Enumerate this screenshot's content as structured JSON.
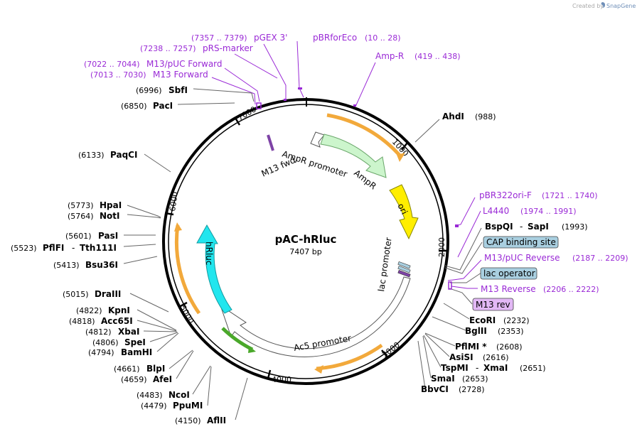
{
  "watermark": {
    "prefix": "Created by",
    "brand": "SnapGene"
  },
  "plasmid": {
    "name": "pAC-hRluc",
    "size": "7407 bp"
  },
  "ticks": [
    "1000",
    "2000",
    "3000",
    "4000",
    "5000",
    "6000",
    "7000"
  ],
  "enzymes_left": [
    {
      "pos": "(6996)",
      "name": "SbfI"
    },
    {
      "pos": "(6850)",
      "name": "PacI"
    },
    {
      "pos": "(6133)",
      "name": "PaqCI"
    },
    {
      "pos": "(5773)",
      "name": "HpaI"
    },
    {
      "pos": "(5764)",
      "name": "NotI"
    },
    {
      "pos": "(5601)",
      "name": "PasI"
    },
    {
      "pos": "(5523)",
      "name": "PflFI",
      "name2": "Tth111I"
    },
    {
      "pos": "(5413)",
      "name": "Bsu36I"
    },
    {
      "pos": "(5015)",
      "name": "DraIII"
    },
    {
      "pos": "(4822)",
      "name": "KpnI"
    },
    {
      "pos": "(4818)",
      "name": "Acc65I"
    },
    {
      "pos": "(4812)",
      "name": "XbaI"
    },
    {
      "pos": "(4806)",
      "name": "SpeI"
    },
    {
      "pos": "(4794)",
      "name": "BamHI"
    },
    {
      "pos": "(4661)",
      "name": "BlpI"
    },
    {
      "pos": "(4659)",
      "name": "AfeI"
    },
    {
      "pos": "(4483)",
      "name": "NcoI"
    },
    {
      "pos": "(4479)",
      "name": "PpuMI"
    },
    {
      "pos": "(4150)",
      "name": "AflII"
    }
  ],
  "enzymes_right": [
    {
      "name": "AhdI",
      "pos": "(988)"
    },
    {
      "name": "BspQI",
      "name2": "SapI",
      "pos": "(1993)"
    },
    {
      "name": "EcoRI",
      "pos": "(2232)"
    },
    {
      "name": "BglII",
      "pos": "(2353)"
    },
    {
      "name": "PflMI *",
      "pos": "(2608)"
    },
    {
      "name": "AsiSI",
      "pos": "(2616)"
    },
    {
      "name": "TspMI",
      "name2": "XmaI",
      "pos": "(2651)"
    },
    {
      "name": "SmaI",
      "pos": "(2653)"
    },
    {
      "name": "BbvCI",
      "pos": "(2728)"
    }
  ],
  "primers_top": [
    {
      "range": "(7357 .. 7379)",
      "name": "pGEX 3'"
    },
    {
      "range": "(7238 .. 7257)",
      "name": "pRS-marker"
    },
    {
      "range": "(7022 .. 7044)",
      "name": "M13/pUC Forward"
    },
    {
      "range": "(7013 .. 7030)",
      "name": "M13 Forward"
    },
    {
      "name": "pBRforEco",
      "range": "(10 .. 28)"
    },
    {
      "name": "Amp-R",
      "range": "(419 .. 438)"
    }
  ],
  "primers_right": [
    {
      "name": "pBR322ori-F",
      "range": "(1721 .. 1740)"
    },
    {
      "name": "L4440",
      "range": "(1974 .. 1991)"
    },
    {
      "name": "M13/pUC Reverse",
      "range": "(2187 .. 2209)"
    },
    {
      "name": "M13 Reverse",
      "range": "(2206 .. 2222)"
    }
  ],
  "boxed_features": {
    "cap": "CAP binding site",
    "lac_operator": "lac operator",
    "m13_rev": "M13 rev"
  },
  "features": {
    "ampr_promoter": "AmpR promoter",
    "ampr": "AmpR",
    "ori": "ori",
    "lac_promoter": "lac promoter",
    "ac5_promoter": "Ac5 promoter",
    "hrluc": "hRluc",
    "m13_fwd": "M13 fwd"
  },
  "colors": {
    "ampr": "#ccf5cc",
    "ori": "#ffee00",
    "hrluc": "#22e6ee",
    "orf": "#f2a93b",
    "primer": "#9a2ad6",
    "box_blue": "#a9cfe0",
    "box_purple": "#e2b8f5"
  }
}
